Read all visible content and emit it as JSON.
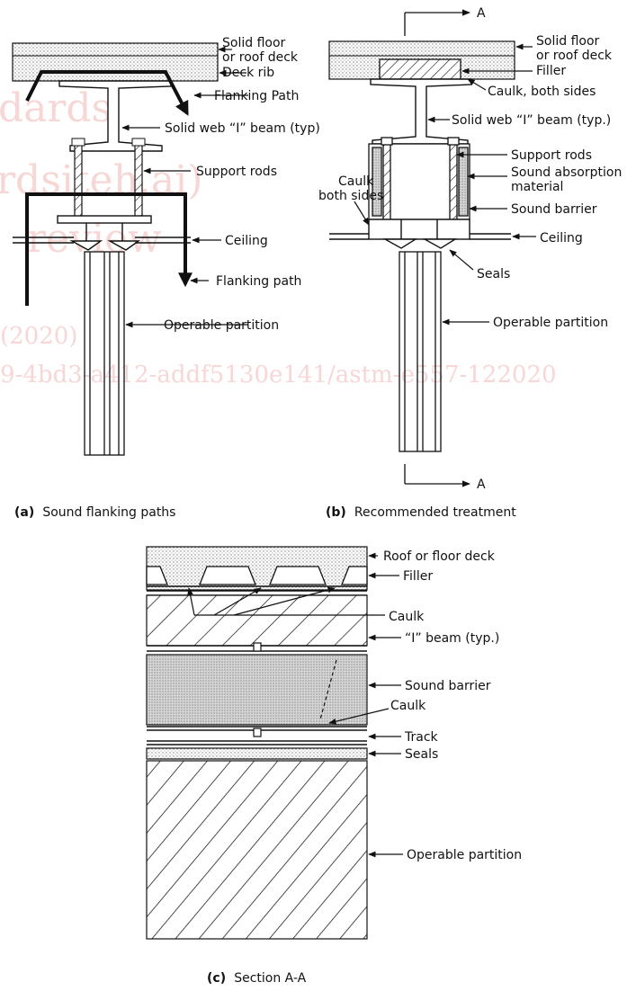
{
  "panel_a": {
    "labels": {
      "solid_floor_1": "Solid floor",
      "solid_floor_2": "or roof deck",
      "deck_rib": "Deck rib",
      "flanking_path_top": "Flanking Path",
      "i_beam": "Solid web “I” beam (typ)",
      "support_rods": "Support rods",
      "ceiling": "Ceiling",
      "flanking_path_bottom": "Flanking path",
      "operable_partition": "Operable partition"
    },
    "caption_letter": "(a)",
    "caption_text": "Sound flanking paths"
  },
  "panel_b": {
    "labels": {
      "section_marker_top": "A",
      "solid_floor_1": "Solid floor",
      "solid_floor_2": "or roof deck",
      "filler": "Filler",
      "caulk_both_sides": "Caulk, both sides",
      "i_beam": "Solid web “I” beam (typ.)",
      "support_rods": "Support rods",
      "sound_absorption_1": "Sound absorption",
      "sound_absorption_2": "material",
      "caulk_left_1": "Caulk",
      "caulk_left_2": "both sides",
      "sound_barrier": "Sound barrier",
      "ceiling": "Ceiling",
      "seals": "Seals",
      "operable_partition": "Operable partition",
      "section_marker_bottom": "A"
    },
    "caption_letter": "(b)",
    "caption_text": "Recommended treatment"
  },
  "panel_c": {
    "labels": {
      "roof_deck": "Roof or floor deck",
      "filler": "Filler",
      "caulk_top": "Caulk",
      "i_beam": "“I” beam (typ.)",
      "sound_barrier": "Sound barrier",
      "caulk_bottom": "Caulk",
      "track": "Track",
      "seals": "Seals",
      "operable_partition": "Operable partition"
    },
    "caption_letter": "(c)",
    "caption_text": "Section A-A"
  },
  "watermark": {
    "line1": "dards",
    "line2": "rdsiteh.ai)",
    "line3": "review",
    "line4": "(2020)",
    "line5": "9-4bd3-a412-addf5130e141/astm-e557-122020"
  },
  "colors": {
    "ink": "#111111",
    "watermark": "#e88a8a",
    "stipple": "#9a9a9a",
    "barrier": "#cfcfcf"
  }
}
